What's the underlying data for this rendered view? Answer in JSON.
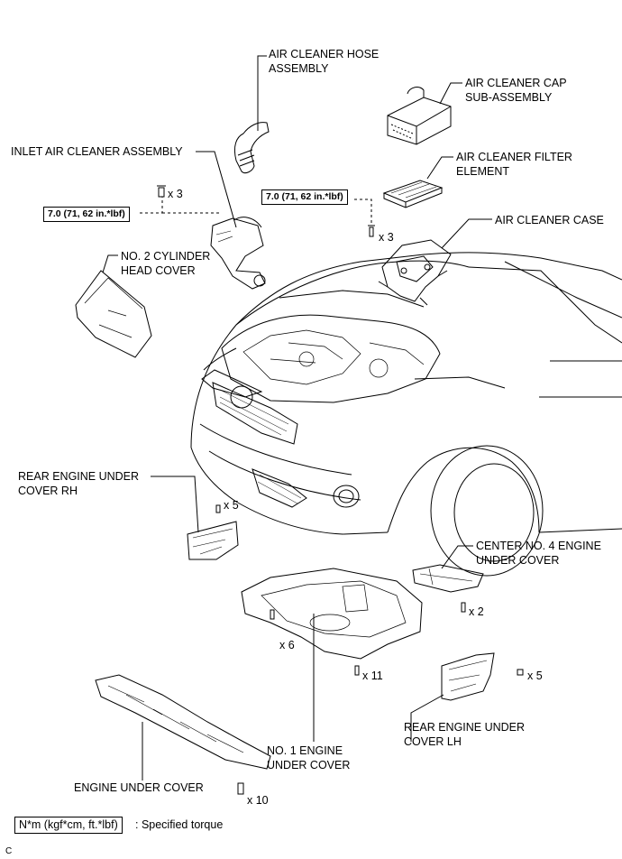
{
  "labels": {
    "air_cleaner_hose": "AIR CLEANER HOSE\nASSEMBLY",
    "air_cleaner_cap": "AIR CLEANER CAP\nSUB-ASSEMBLY",
    "inlet_air_cleaner": "INLET AIR CLEANER ASSEMBLY",
    "air_cleaner_filter": "AIR CLEANER FILTER\nELEMENT",
    "air_cleaner_case": "AIR CLEANER CASE",
    "no2_cylinder_head_cover": "NO. 2 CYLINDER\nHEAD COVER",
    "rear_engine_under_cover_rh": "REAR ENGINE UNDER\nCOVER RH",
    "center_no4_engine_under_cover": "CENTER NO. 4 ENGINE\nUNDER COVER",
    "no1_engine_under_cover": "NO. 1 ENGINE\nUNDER COVER",
    "rear_engine_under_cover_lh": "REAR ENGINE UNDER\nCOVER LH",
    "engine_under_cover": "ENGINE UNDER COVER"
  },
  "torques": {
    "inlet": "7.0 (71, 62 in.*lbf)",
    "case": "7.0 (71, 62 in.*lbf)"
  },
  "quantities": {
    "inlet_bolts": "x 3",
    "case_bolts": "x 3",
    "rh_clips": "x 5",
    "center_bolts": "x 2",
    "no1_clips": "x 6",
    "no1_bolts": "x 11",
    "lh_clips": "x 5",
    "under_cover_bolts": "x 10"
  },
  "legend": {
    "unit": "N*m (kgf*cm, ft.*lbf)",
    "description": ": Specified torque"
  },
  "corner_mark": "C"
}
